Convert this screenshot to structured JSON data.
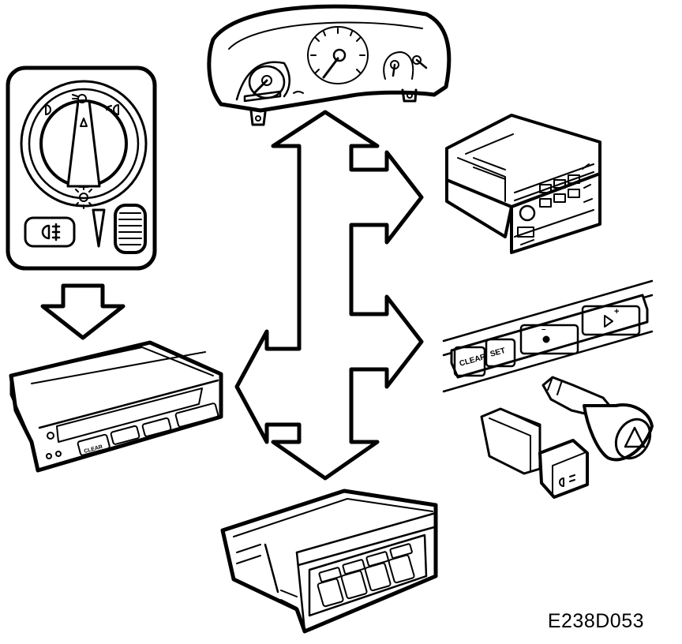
{
  "figure": {
    "reference_code": "E238D053"
  },
  "labels": {
    "clear": "CLEAR",
    "set": "SET",
    "minus": "–",
    "plus": "+"
  },
  "colors": {
    "line": "#000000",
    "background": "#ffffff"
  },
  "icons": {
    "headlight_switch": "light-switch-icon",
    "fog_light": "fog-light-icon",
    "hazard": "hazard-triangle-icon",
    "arrow": "arrow-icon"
  }
}
